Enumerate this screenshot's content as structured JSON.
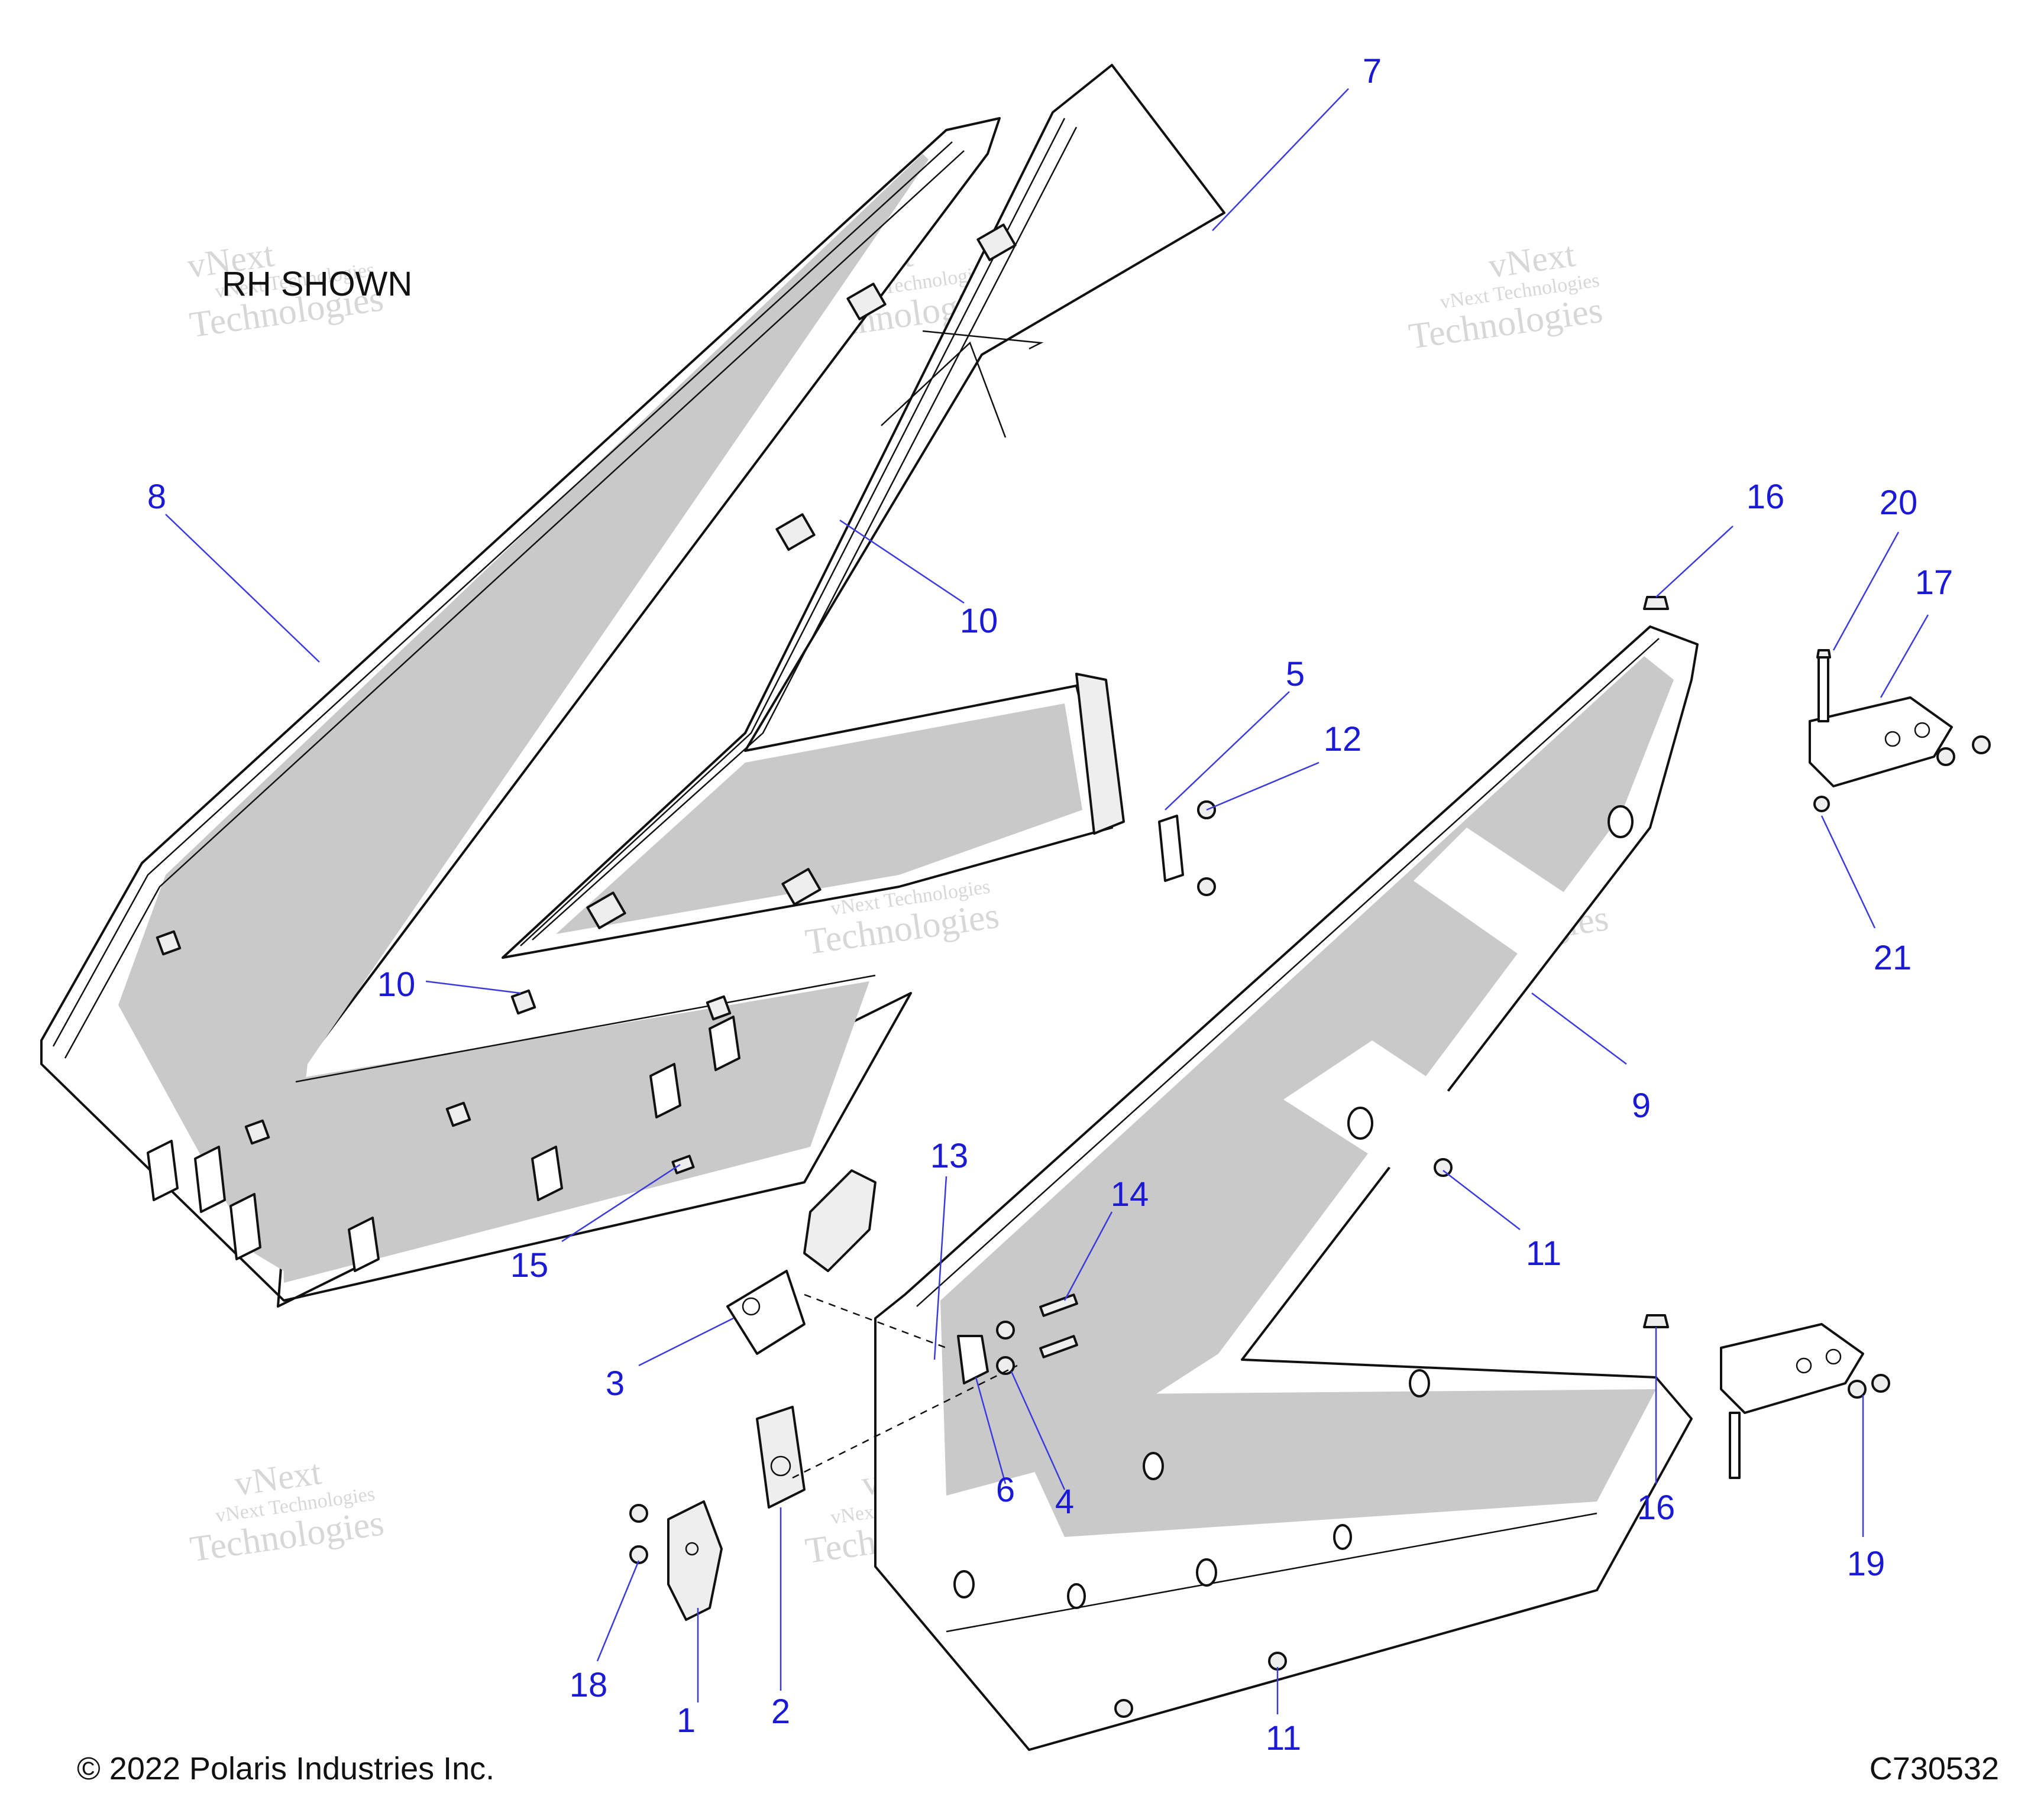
{
  "note": "RH SHOWN",
  "copyright": "© 2022 Polaris Industries Inc.",
  "diagram_id": "C730532",
  "watermark": {
    "line1": "vNext Technologies",
    "line2": "vNext",
    "line3": "Technologies"
  },
  "callouts": [
    "1",
    "2",
    "3",
    "4",
    "5",
    "6",
    "7",
    "8",
    "9",
    "10",
    "10",
    "11",
    "11",
    "12",
    "13",
    "14",
    "15",
    "16",
    "16",
    "17",
    "18",
    "19",
    "20",
    "21"
  ],
  "colors": {
    "callout": "#1a1ad6",
    "outline": "#111111",
    "shade": "#c9c9c9"
  }
}
